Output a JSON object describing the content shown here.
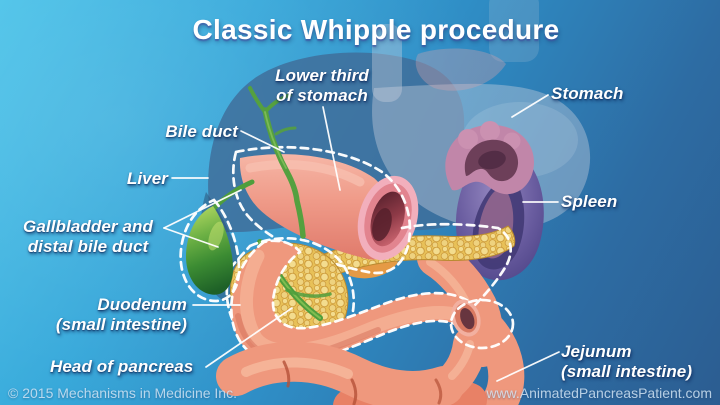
{
  "title": "Classic Whipple procedure",
  "labels": {
    "lower_third": {
      "line1": "Lower third",
      "line2": "of stomach"
    },
    "bile_duct": {
      "line1": "Bile duct"
    },
    "liver": {
      "line1": "Liver"
    },
    "gallbladder": {
      "line1": "Gallbladder and",
      "line2": "distal bile duct"
    },
    "duodenum": {
      "line1": "Duodenum",
      "line2": "(small intestine)"
    },
    "head_of_pancreas": {
      "line1": "Head of pancreas"
    },
    "stomach": {
      "line1": "Stomach"
    },
    "spleen": {
      "line1": "Spleen"
    },
    "jejunum": {
      "line1": "Jejunum",
      "line2": "(small intestine)"
    }
  },
  "footer": {
    "copyright": "© 2015 Mechanisms in Medicine Inc.",
    "website": "www.AnimatedPancreasPatient.com"
  },
  "colors": {
    "background_top_left": "#4cc3e9",
    "background_bottom_right": "#2c5d91",
    "liver": "#3f6d99",
    "stomach_silhouette": "#ccd3df",
    "stomach_remnant": "#c186a9",
    "spleen": "#6a5da0",
    "pancreas": "#e8c158",
    "gallbladder": "#58a33e",
    "bile_duct": "#55a03f",
    "intestine": "#ef987d",
    "resection_outline": "#ffffff"
  }
}
